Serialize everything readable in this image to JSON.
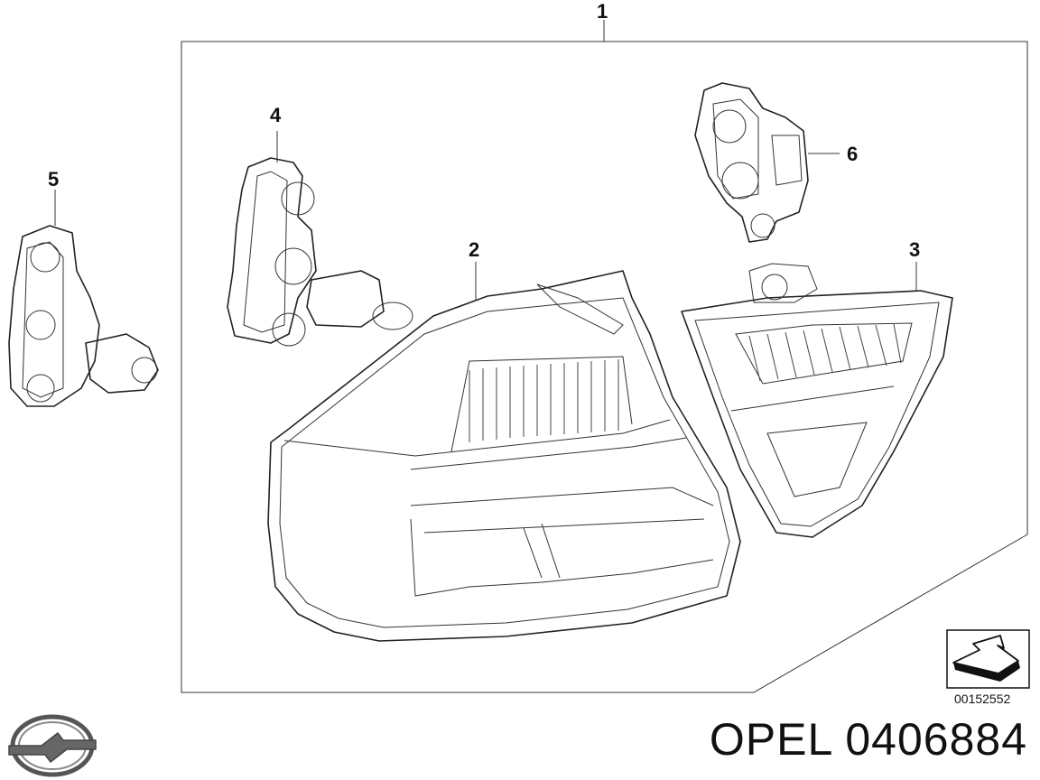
{
  "diagram": {
    "callouts": [
      "1",
      "2",
      "3",
      "4",
      "5",
      "6"
    ],
    "reference_code": "00152552"
  },
  "brand": {
    "name": "OPEL",
    "part_number": "0406884",
    "logo_icon": "opel-logo-icon"
  },
  "icons": {
    "orientation": "arrow-orientation-icon"
  }
}
